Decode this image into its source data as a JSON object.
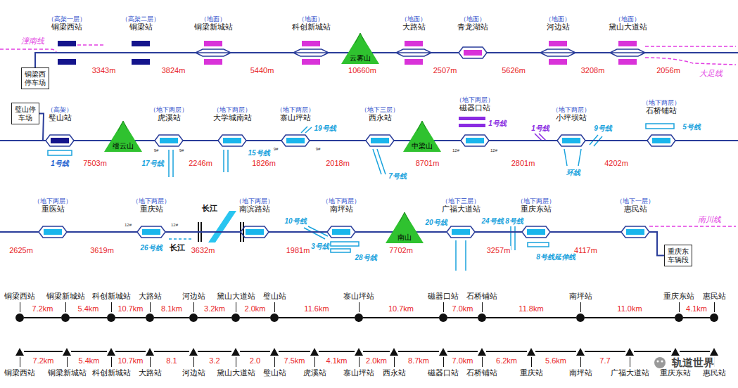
{
  "diagram": {
    "nodes": [
      {
        "text": [
          "（高架一层）",
          "铜梁西站"
        ]
      },
      {
        "text": [
          "（高架二层）",
          "铜梁站"
        ]
      },
      {
        "text": [
          "（地面）",
          "铜梁新城站"
        ]
      },
      {
        "text": [
          "（地面）",
          "科创新城站"
        ]
      },
      {
        "text": [
          "云雾山"
        ]
      },
      {
        "text": [
          "（地面）",
          "大路站"
        ]
      },
      {
        "text": [
          "（地面）",
          "青龙湖站"
        ]
      },
      {
        "text": [
          "（地面）",
          "河边站"
        ]
      },
      {
        "text": [
          "（地面）",
          "黛山大道站"
        ]
      },
      {
        "text": [
          "铜梁西停车场"
        ]
      },
      {
        "text": [
          "璧山停车场"
        ]
      },
      {
        "text": [
          "（高架）",
          "璧山站"
        ]
      },
      {
        "text": [
          "缙云山"
        ]
      },
      {
        "text": [
          "（地下两层）",
          "虎溪站"
        ]
      },
      {
        "text": [
          "（地下两层）",
          "大学城南站"
        ]
      },
      {
        "text": [
          "（地下两层）",
          "寨山坪站"
        ]
      },
      {
        "text": [
          "（地下三层）",
          "西永站"
        ]
      },
      {
        "text": [
          "中梁山"
        ]
      },
      {
        "text": [
          "（地下两层）",
          "磁器口站"
        ]
      },
      {
        "text": [
          "（地下两层）",
          "小坪坝站"
        ]
      },
      {
        "text": [
          "（地下两层）",
          "石桥铺站"
        ]
      },
      {
        "text": [
          "（地下两层）",
          "重医站"
        ]
      },
      {
        "text": [
          "（地下两层）",
          "重庆站"
        ]
      },
      {
        "text": [
          "（地下两层）",
          "南滨路站"
        ]
      },
      {
        "text": [
          "（地下两层）",
          "南坪站"
        ]
      },
      {
        "text": [
          "南山"
        ]
      },
      {
        "text": [
          "（地下三层）",
          "广福大道站"
        ]
      },
      {
        "text": [
          "（地下两层）",
          "重庆东站"
        ]
      },
      {
        "text": [
          "（地下一层）",
          "惠民站"
        ]
      },
      {
        "text": [
          "重庆东车辆段"
        ]
      },
      {
        "text": [
          "铜梁西站"
        ]
      },
      {
        "text": [
          "铜梁新城站"
        ]
      },
      {
        "text": [
          "科创新城站"
        ]
      },
      {
        "text": [
          "大路站"
        ]
      },
      {
        "text": [
          "河边站"
        ]
      },
      {
        "text": [
          "黛山大道站"
        ]
      },
      {
        "text": [
          "璧山站"
        ]
      },
      {
        "text": [
          "寨山坪站"
        ]
      },
      {
        "text": [
          "磁器口站"
        ]
      },
      {
        "text": [
          "石桥铺站"
        ]
      },
      {
        "text": [
          "南坪站"
        ]
      },
      {
        "text": [
          "重庆东站"
        ]
      },
      {
        "text": [
          "惠民站"
        ]
      },
      {
        "text": [
          "铜梁西站"
        ]
      },
      {
        "text": [
          "铜梁新城站"
        ]
      },
      {
        "text": [
          "科创新城站"
        ]
      },
      {
        "text": [
          "大路站"
        ]
      },
      {
        "text": [
          "河边站"
        ]
      },
      {
        "text": [
          "黛山大道站"
        ]
      },
      {
        "text": [
          "璧山站"
        ]
      },
      {
        "text": [
          "虎溪站"
        ]
      },
      {
        "text": [
          "寨山坪站"
        ]
      },
      {
        "text": [
          "西永站"
        ]
      },
      {
        "text": [
          "磁器口站"
        ]
      },
      {
        "text": [
          "石桥铺站"
        ]
      },
      {
        "text": [
          "重庆站"
        ]
      },
      {
        "text": [
          "南坪站"
        ]
      },
      {
        "text": [
          "广福大道站"
        ]
      },
      {
        "text": [
          "重庆东站"
        ]
      },
      {
        "text": [
          "惠民站"
        ]
      }
    ],
    "edges": [
      {
        "from": 0,
        "to": 1,
        "arrow": "none",
        "label": "3343m"
      },
      {
        "from": 1,
        "to": 2,
        "arrow": "none",
        "label": "3824m"
      },
      {
        "from": 2,
        "to": 3,
        "arrow": "none",
        "label": "5440m"
      },
      {
        "from": 3,
        "to": 5,
        "arrow": "none",
        "label": "10660m"
      },
      {
        "from": 5,
        "to": 6,
        "arrow": "none",
        "label": "2507m"
      },
      {
        "from": 6,
        "to": 7,
        "arrow": "none",
        "label": "5626m"
      },
      {
        "from": 7,
        "to": 8,
        "arrow": "none",
        "label": "3208m"
      },
      {
        "from": 8,
        "to": 11,
        "arrow": "none",
        "label": "2056m"
      },
      {
        "from": 9,
        "to": 0,
        "arrow": "none"
      },
      {
        "from": 10,
        "to": 11,
        "arrow": "none"
      },
      {
        "from": 11,
        "to": 13,
        "arrow": "none",
        "label": "7503m"
      },
      {
        "from": 13,
        "to": 14,
        "arrow": "none",
        "label": "2246m"
      },
      {
        "from": 14,
        "to": 15,
        "arrow": "none",
        "label": "1826m"
      },
      {
        "from": 15,
        "to": 16,
        "arrow": "none",
        "label": "2018m"
      },
      {
        "from": 16,
        "to": 18,
        "arrow": "none",
        "label": "8701m"
      },
      {
        "from": 18,
        "to": 19,
        "arrow": "none",
        "label": "2801m"
      },
      {
        "from": 19,
        "to": 20,
        "arrow": "none",
        "label": "4202m"
      },
      {
        "from": 20,
        "to": 21,
        "arrow": "none",
        "label": "2625m"
      },
      {
        "from": 21,
        "to": 22,
        "arrow": "none",
        "label": "3619m"
      },
      {
        "from": 22,
        "to": 23,
        "arrow": "none",
        "label": "3632m"
      },
      {
        "from": 23,
        "to": 24,
        "arrow": "none",
        "label": "1981m"
      },
      {
        "from": 24,
        "to": 26,
        "arrow": "none",
        "label": "7702m"
      },
      {
        "from": 26,
        "to": 27,
        "arrow": "none",
        "label": "3257m"
      },
      {
        "from": 27,
        "to": 28,
        "arrow": "none",
        "label": "4117m"
      },
      {
        "from": 29,
        "to": 28,
        "arrow": "none"
      },
      {
        "from": 30,
        "to": 31,
        "arrow": "none",
        "label": "7.2km"
      },
      {
        "from": 31,
        "to": 32,
        "arrow": "none",
        "label": "5.4km"
      },
      {
        "from": 32,
        "to": 33,
        "arrow": "none",
        "label": "10.7km"
      },
      {
        "from": 33,
        "to": 34,
        "arrow": "none",
        "label": "8.1km"
      },
      {
        "from": 34,
        "to": 35,
        "arrow": "none",
        "label": "3.2km"
      },
      {
        "from": 35,
        "to": 36,
        "arrow": "none",
        "label": "2.0km"
      },
      {
        "from": 36,
        "to": 37,
        "arrow": "none",
        "label": "11.6km"
      },
      {
        "from": 37,
        "to": 38,
        "arrow": "none",
        "label": "10.7km"
      },
      {
        "from": 38,
        "to": 39,
        "arrow": "none",
        "label": "7.0km"
      },
      {
        "from": 39,
        "to": 40,
        "arrow": "none",
        "label": "11.8km"
      },
      {
        "from": 40,
        "to": 41,
        "arrow": "none",
        "label": "11.0km"
      },
      {
        "from": 41,
        "to": 42,
        "arrow": "none",
        "label": "4.1km"
      },
      {
        "from": 43,
        "to": 44,
        "arrow": "none",
        "label": "7.2km"
      },
      {
        "from": 44,
        "to": 45,
        "arrow": "none",
        "label": "5.4km"
      },
      {
        "from": 45,
        "to": 46,
        "arrow": "none",
        "label": "10.7km"
      },
      {
        "from": 46,
        "to": 47,
        "arrow": "none",
        "label": "8.1"
      },
      {
        "from": 47,
        "to": 48,
        "arrow": "none",
        "label": "3.2"
      },
      {
        "from": 48,
        "to": 49,
        "arrow": "none",
        "label": "2.0"
      },
      {
        "from": 49,
        "to": 50,
        "arrow": "none",
        "label": "7.5km"
      },
      {
        "from": 50,
        "to": 51,
        "arrow": "none",
        "label": "4.1km"
      },
      {
        "from": 51,
        "to": 52,
        "arrow": "none",
        "label": "2.0km"
      },
      {
        "from": 52,
        "to": 53,
        "arrow": "none",
        "label": "8.7km"
      },
      {
        "from": 53,
        "to": 54,
        "arrow": "none",
        "label": "7.0km"
      },
      {
        "from": 54,
        "to": 55,
        "arrow": "none",
        "label": "6.2km"
      },
      {
        "from": 55,
        "to": 56,
        "arrow": "none",
        "label": "5.6km"
      },
      {
        "from": 56,
        "to": 57,
        "arrow": "none",
        "label": "7.7"
      },
      {
        "from": 57,
        "to": 58,
        "arrow": "none"
      },
      {
        "from": 58,
        "to": 59,
        "arrow": "none"
      }
    ],
    "labels": [
      "潼南线",
      "大足线",
      "1号线",
      "17号线",
      "15号线",
      "19号线",
      "7号线",
      "1号线",
      "1号线",
      "9号线",
      "环线",
      "5号线",
      "长江",
      "长江",
      "26号线",
      "10号线",
      "3号线",
      "28号线",
      "20号线",
      "24号线",
      "8号线",
      "8号线延伸线",
      "南川线",
      "9#",
      "9#",
      "9#",
      "9#",
      "12#",
      "12#",
      "12#",
      "12#",
      "轨道世界"
    ]
  }
}
